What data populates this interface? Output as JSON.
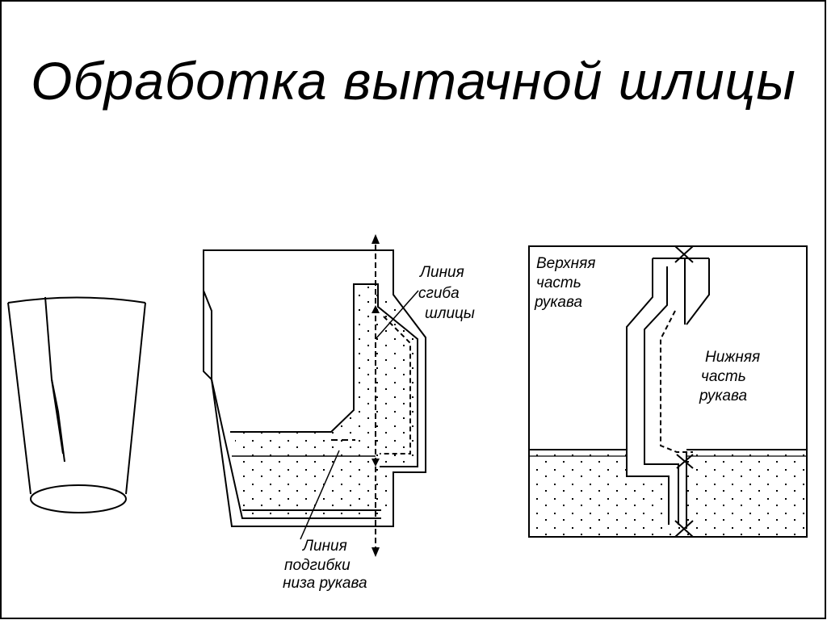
{
  "title": "Обработка вытачной шлицы",
  "colors": {
    "stroke": "#000000",
    "background": "#ffffff"
  },
  "middle": {
    "fold_label": [
      "Линия",
      "сгиба",
      "шлицы"
    ],
    "hem_label": [
      "Линия",
      "подгибки",
      "низа рукава"
    ]
  },
  "right": {
    "upper_label": [
      "Верхняя",
      "часть",
      "рукава"
    ],
    "lower_label": [
      "Нижняя",
      "часть",
      "рукава"
    ]
  }
}
